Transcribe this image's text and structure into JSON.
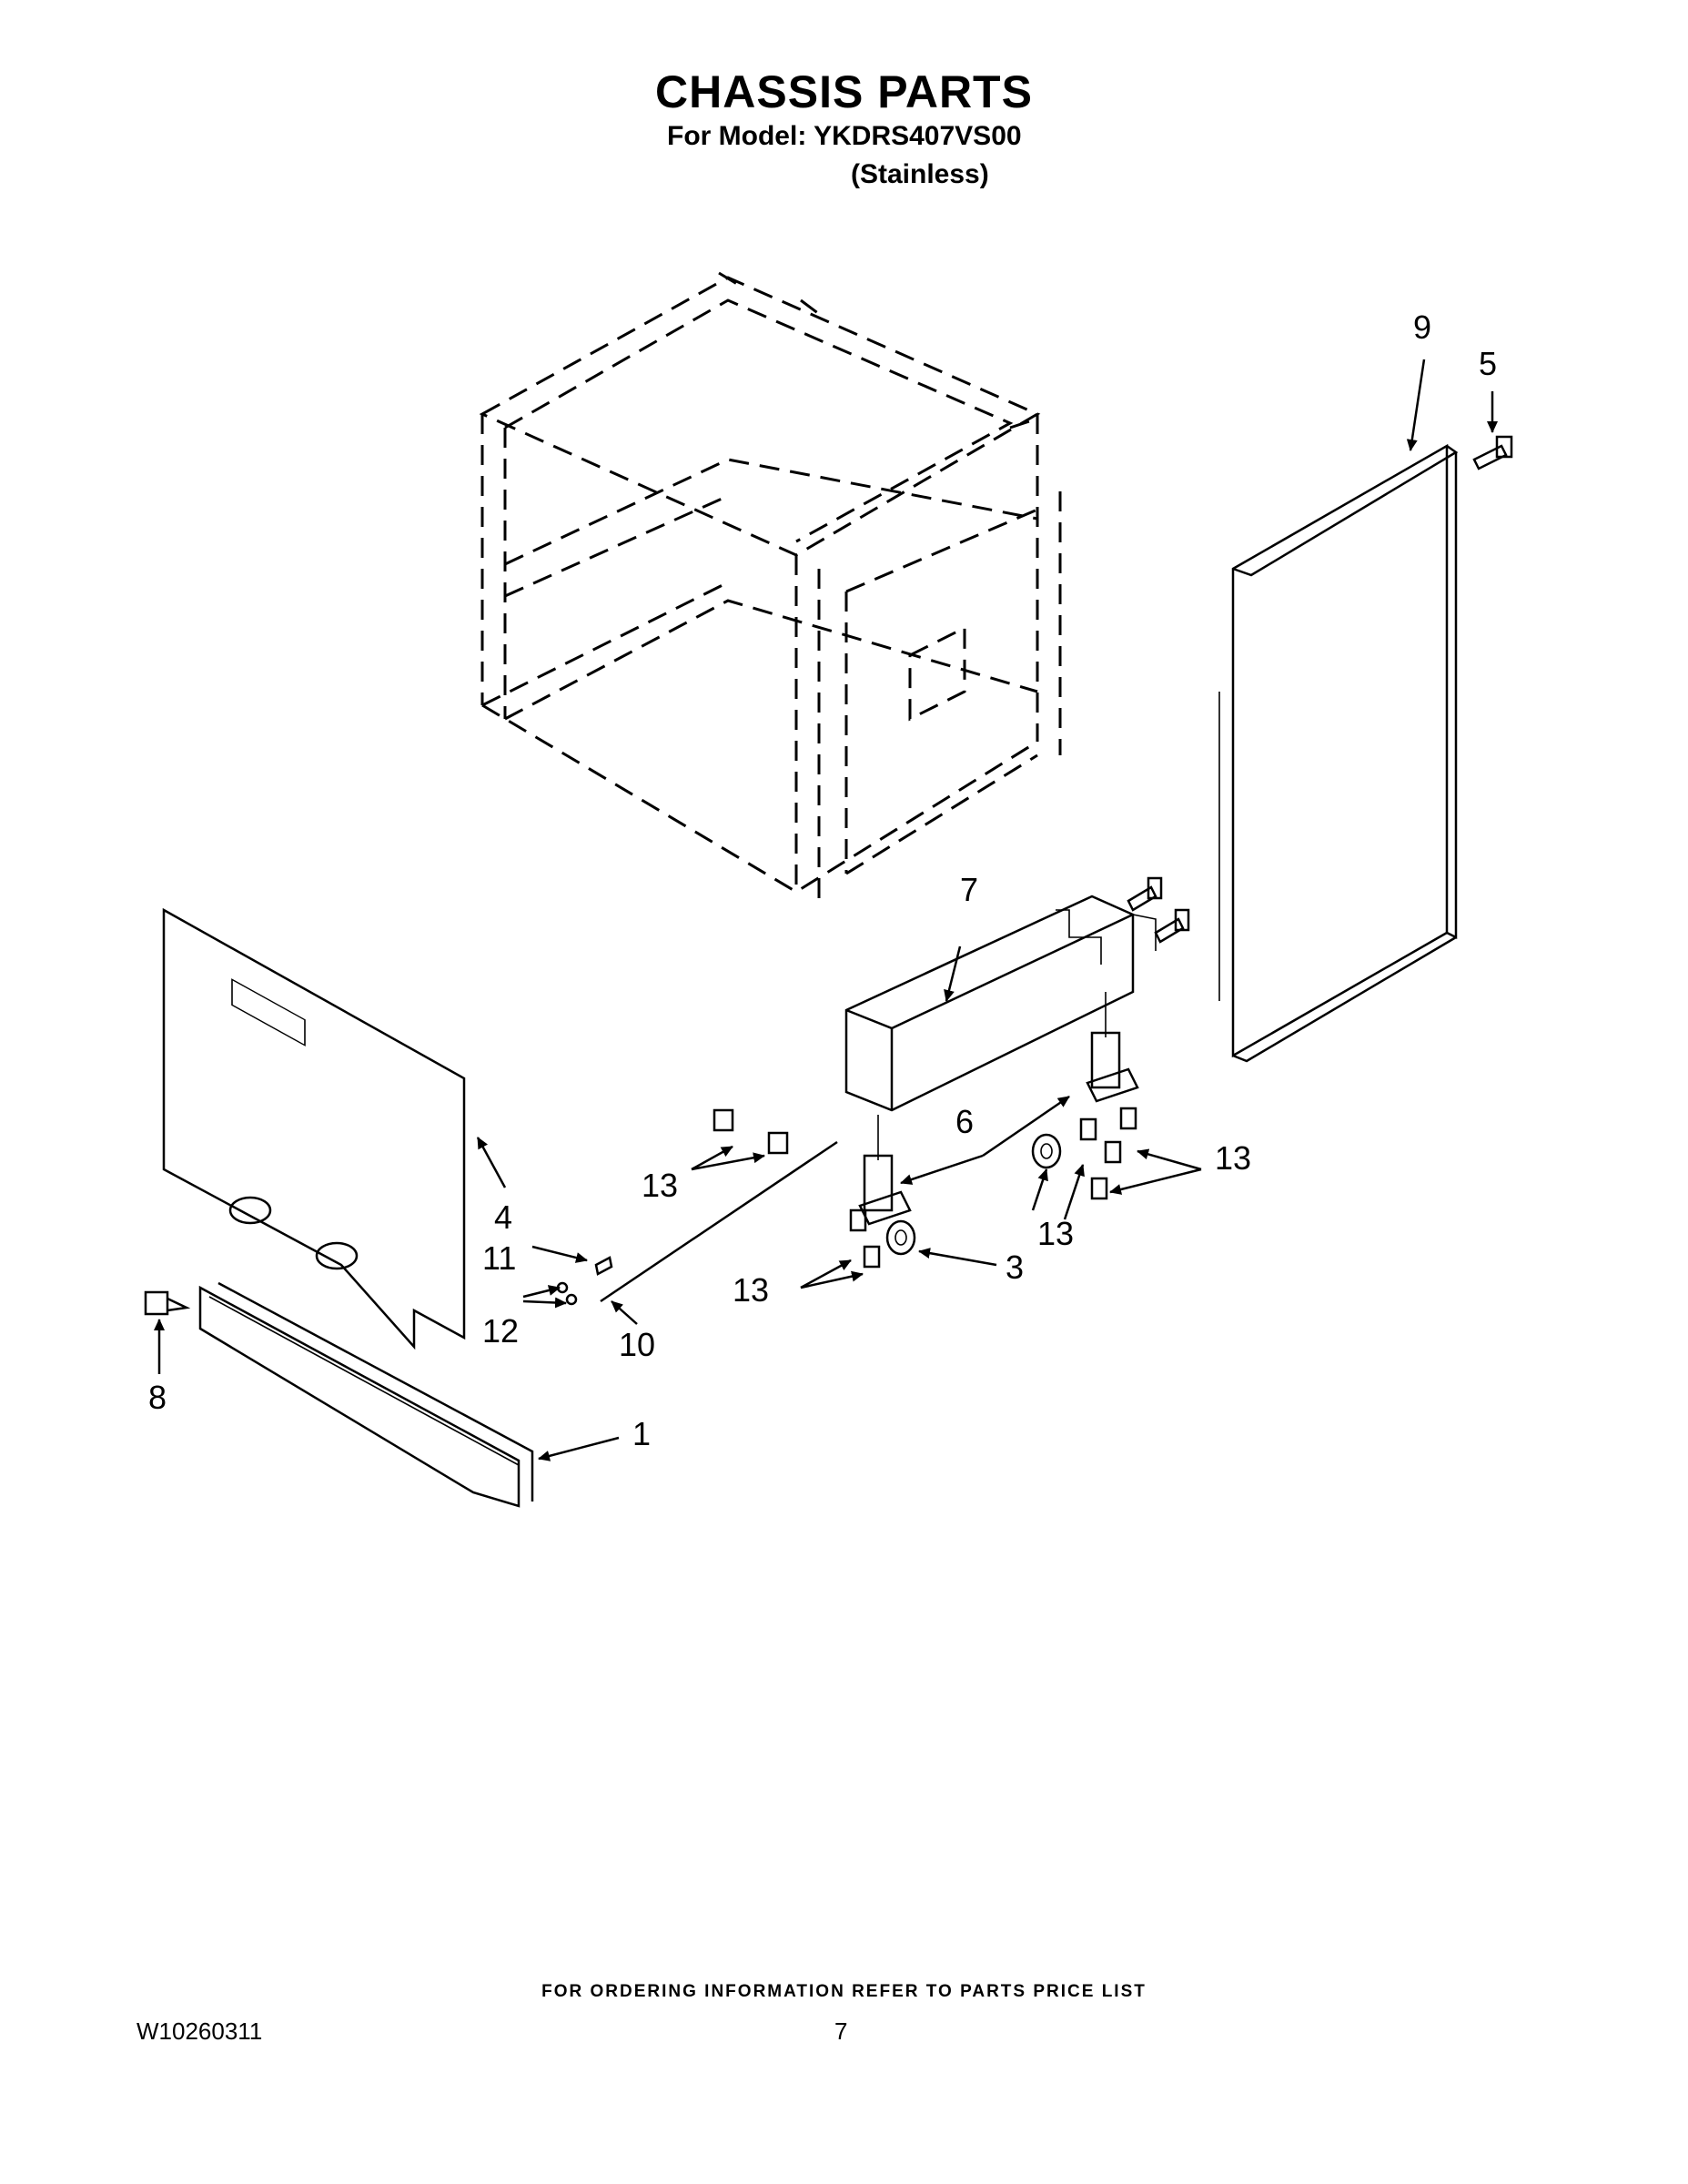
{
  "header": {
    "title": "CHASSIS PARTS",
    "model_line": "For Model: YKDRS407VS00",
    "finish_line": "(Stainless)"
  },
  "diagram": {
    "callouts": {
      "c1": "1",
      "c3": "3",
      "c4": "4",
      "c5": "5",
      "c6": "6",
      "c7": "7",
      "c8": "8",
      "c9": "9",
      "c10": "10",
      "c11": "11",
      "c12": "12",
      "c13": "13"
    }
  },
  "footer": {
    "ordering_note": "FOR ORDERING INFORMATION REFER TO PARTS PRICE LIST",
    "doc_number": "W10260311",
    "page_number": "7"
  }
}
